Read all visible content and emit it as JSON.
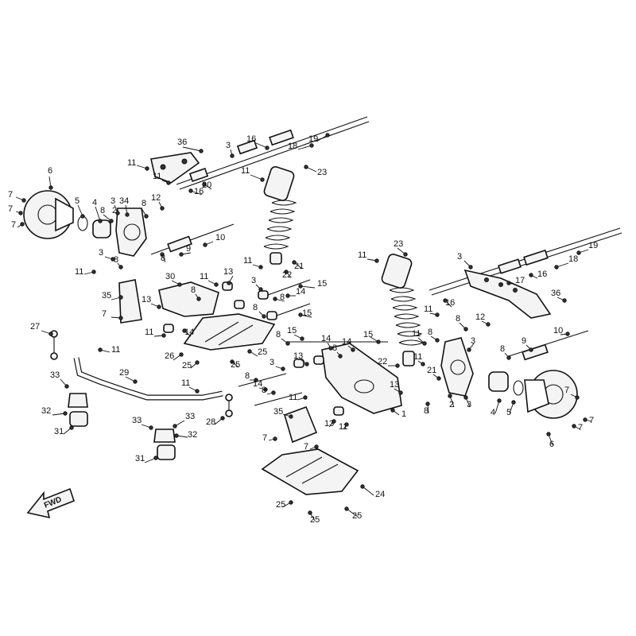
{
  "diagram": {
    "fwd_label": "FWD",
    "callouts": [
      {
        "id": "c36a",
        "text": "36"
      },
      {
        "id": "c3a",
        "text": "3"
      },
      {
        "id": "c16a",
        "text": "16"
      },
      {
        "id": "c18a",
        "text": "18"
      },
      {
        "id": "c19a",
        "text": "19"
      },
      {
        "id": "c11a",
        "text": "11"
      },
      {
        "id": "c11b",
        "text": "11"
      },
      {
        "id": "c20",
        "text": "20"
      },
      {
        "id": "c16b",
        "text": "16"
      },
      {
        "id": "c11c",
        "text": "11"
      },
      {
        "id": "c23a",
        "text": "23"
      },
      {
        "id": "c6a",
        "text": "6"
      },
      {
        "id": "c7a",
        "text": "7"
      },
      {
        "id": "c7b",
        "text": "7"
      },
      {
        "id": "c7c",
        "text": "7"
      },
      {
        "id": "c5a",
        "text": "5"
      },
      {
        "id": "c4a",
        "text": "4"
      },
      {
        "id": "c3b",
        "text": "3"
      },
      {
        "id": "c34",
        "text": "34"
      },
      {
        "id": "c8a",
        "text": "8"
      },
      {
        "id": "c2a",
        "text": "2"
      },
      {
        "id": "c8b",
        "text": "8"
      },
      {
        "id": "c12a",
        "text": "12"
      },
      {
        "id": "c10a",
        "text": "10"
      },
      {
        "id": "c9a",
        "text": "9"
      },
      {
        "id": "c3c",
        "text": "3"
      },
      {
        "id": "c8c",
        "text": "8"
      },
      {
        "id": "c8d",
        "text": "8"
      },
      {
        "id": "c11d",
        "text": "11"
      },
      {
        "id": "c11e",
        "text": "11"
      },
      {
        "id": "c21a",
        "text": "21"
      },
      {
        "id": "c35a",
        "text": "35"
      },
      {
        "id": "c30",
        "text": "30"
      },
      {
        "id": "c11f",
        "text": "11"
      },
      {
        "id": "c13a",
        "text": "13"
      },
      {
        "id": "c22a",
        "text": "22"
      },
      {
        "id": "c3d",
        "text": "3"
      },
      {
        "id": "c15a",
        "text": "15"
      },
      {
        "id": "c14a",
        "text": "14"
      },
      {
        "id": "c8e",
        "text": "8"
      },
      {
        "id": "c15b",
        "text": "15"
      },
      {
        "id": "c7d",
        "text": "7"
      },
      {
        "id": "c13b",
        "text": "13"
      },
      {
        "id": "c8f",
        "text": "8"
      },
      {
        "id": "c8g",
        "text": "8"
      },
      {
        "id": "c11g",
        "text": "11"
      },
      {
        "id": "c14b",
        "text": "14"
      },
      {
        "id": "c27",
        "text": "27"
      },
      {
        "id": "c11h",
        "text": "11"
      },
      {
        "id": "c26",
        "text": "26"
      },
      {
        "id": "c25a",
        "text": "25"
      },
      {
        "id": "c25b",
        "text": "25"
      },
      {
        "id": "c25c",
        "text": "25"
      },
      {
        "id": "c29",
        "text": "29"
      },
      {
        "id": "c33a",
        "text": "33"
      },
      {
        "id": "c11i",
        "text": "11"
      },
      {
        "id": "c32a",
        "text": "32"
      },
      {
        "id": "c31a",
        "text": "31"
      },
      {
        "id": "c28",
        "text": "28"
      },
      {
        "id": "c33b",
        "text": "33"
      },
      {
        "id": "c33c",
        "text": "33"
      },
      {
        "id": "c32b",
        "text": "32"
      },
      {
        "id": "c31b",
        "text": "31"
      },
      {
        "id": "c23b",
        "text": "23"
      },
      {
        "id": "c11j",
        "text": "11"
      },
      {
        "id": "c3e",
        "text": "3"
      },
      {
        "id": "c17",
        "text": "17"
      },
      {
        "id": "c16c",
        "text": "16"
      },
      {
        "id": "c18b",
        "text": "18"
      },
      {
        "id": "c19b",
        "text": "19"
      },
      {
        "id": "c16d",
        "text": "16"
      },
      {
        "id": "c11k",
        "text": "11"
      },
      {
        "id": "c36b",
        "text": "36"
      },
      {
        "id": "c12b",
        "text": "12"
      },
      {
        "id": "c8h",
        "text": "8"
      },
      {
        "id": "c8i",
        "text": "8"
      },
      {
        "id": "c11l",
        "text": "11"
      },
      {
        "id": "c3f",
        "text": "3"
      },
      {
        "id": "c10b",
        "text": "10"
      },
      {
        "id": "c9b",
        "text": "9"
      },
      {
        "id": "c8j",
        "text": "8"
      },
      {
        "id": "c15c",
        "text": "15"
      },
      {
        "id": "c15d",
        "text": "15"
      },
      {
        "id": "c8k",
        "text": "8"
      },
      {
        "id": "c14c",
        "text": "14"
      },
      {
        "id": "c14d",
        "text": "14"
      },
      {
        "id": "c8l",
        "text": "8"
      },
      {
        "id": "c3g",
        "text": "3"
      },
      {
        "id": "c13c",
        "text": "13"
      },
      {
        "id": "c22b",
        "text": "22"
      },
      {
        "id": "c11m",
        "text": "11"
      },
      {
        "id": "c21b",
        "text": "21"
      },
      {
        "id": "c8m",
        "text": "8"
      },
      {
        "id": "c14e",
        "text": "14"
      },
      {
        "id": "c8n",
        "text": "8"
      },
      {
        "id": "c11n",
        "text": "11"
      },
      {
        "id": "c1",
        "text": "1"
      },
      {
        "id": "c13d",
        "text": "13"
      },
      {
        "id": "c8o",
        "text": "8"
      },
      {
        "id": "c2b",
        "text": "2"
      },
      {
        "id": "c3h",
        "text": "3"
      },
      {
        "id": "c4b",
        "text": "4"
      },
      {
        "id": "c5b",
        "text": "5"
      },
      {
        "id": "c7e",
        "text": "7"
      },
      {
        "id": "c7f",
        "text": "7"
      },
      {
        "id": "c7g",
        "text": "7"
      },
      {
        "id": "c6b",
        "text": "6"
      },
      {
        "id": "c35b",
        "text": "35"
      },
      {
        "id": "c13e",
        "text": "13"
      },
      {
        "id": "c11o",
        "text": "11"
      },
      {
        "id": "c7h",
        "text": "7"
      },
      {
        "id": "c7i",
        "text": "7"
      },
      {
        "id": "c24",
        "text": "24"
      },
      {
        "id": "c25d",
        "text": "25"
      },
      {
        "id": "c25e",
        "text": "25"
      },
      {
        "id": "c25f",
        "text": "25"
      }
    ]
  }
}
